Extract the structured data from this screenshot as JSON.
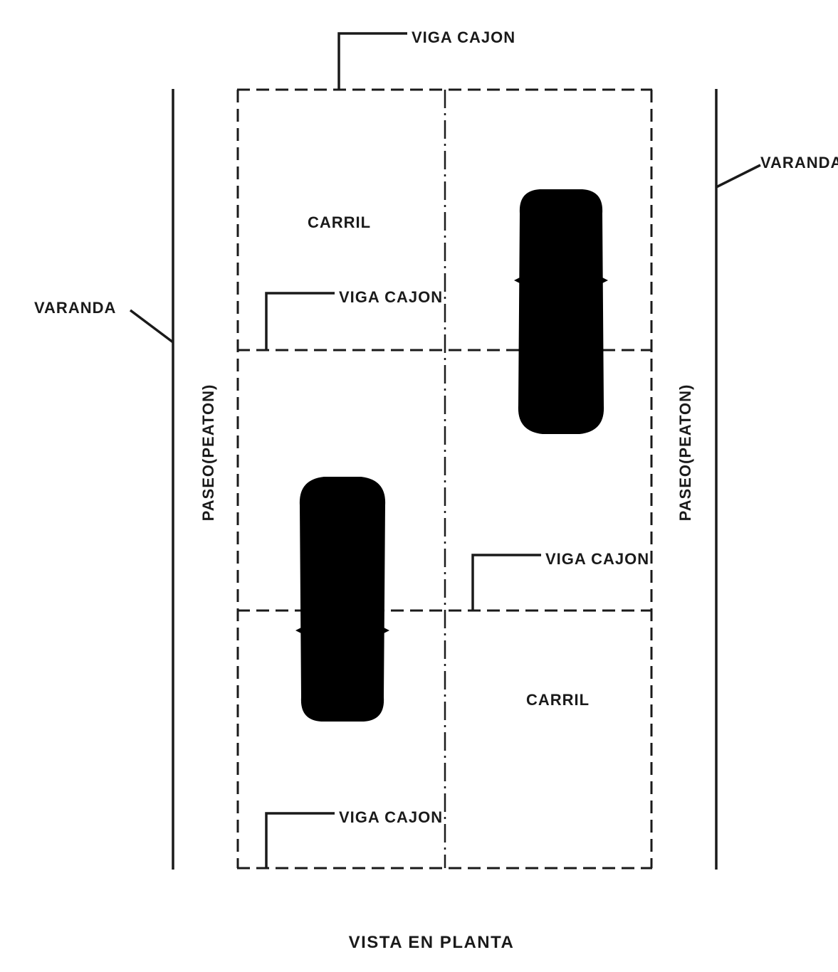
{
  "drawing": {
    "title": "VISTA EN PLANTA",
    "labels": {
      "viga_top": "VIGA CAJON",
      "viga_mid_upper": "VIGA CAJON",
      "viga_mid_lower": "VIGA CAJON",
      "viga_bottom": "VIGA CAJON",
      "varanda_left": "VARANDA",
      "varanda_right": "VARANDA",
      "carril_upper": "CARRIL",
      "carril_lower": "CARRIL",
      "paseo_left": "PASEO(PEATON)",
      "paseo_right": "PASEO(PEATON)"
    }
  }
}
